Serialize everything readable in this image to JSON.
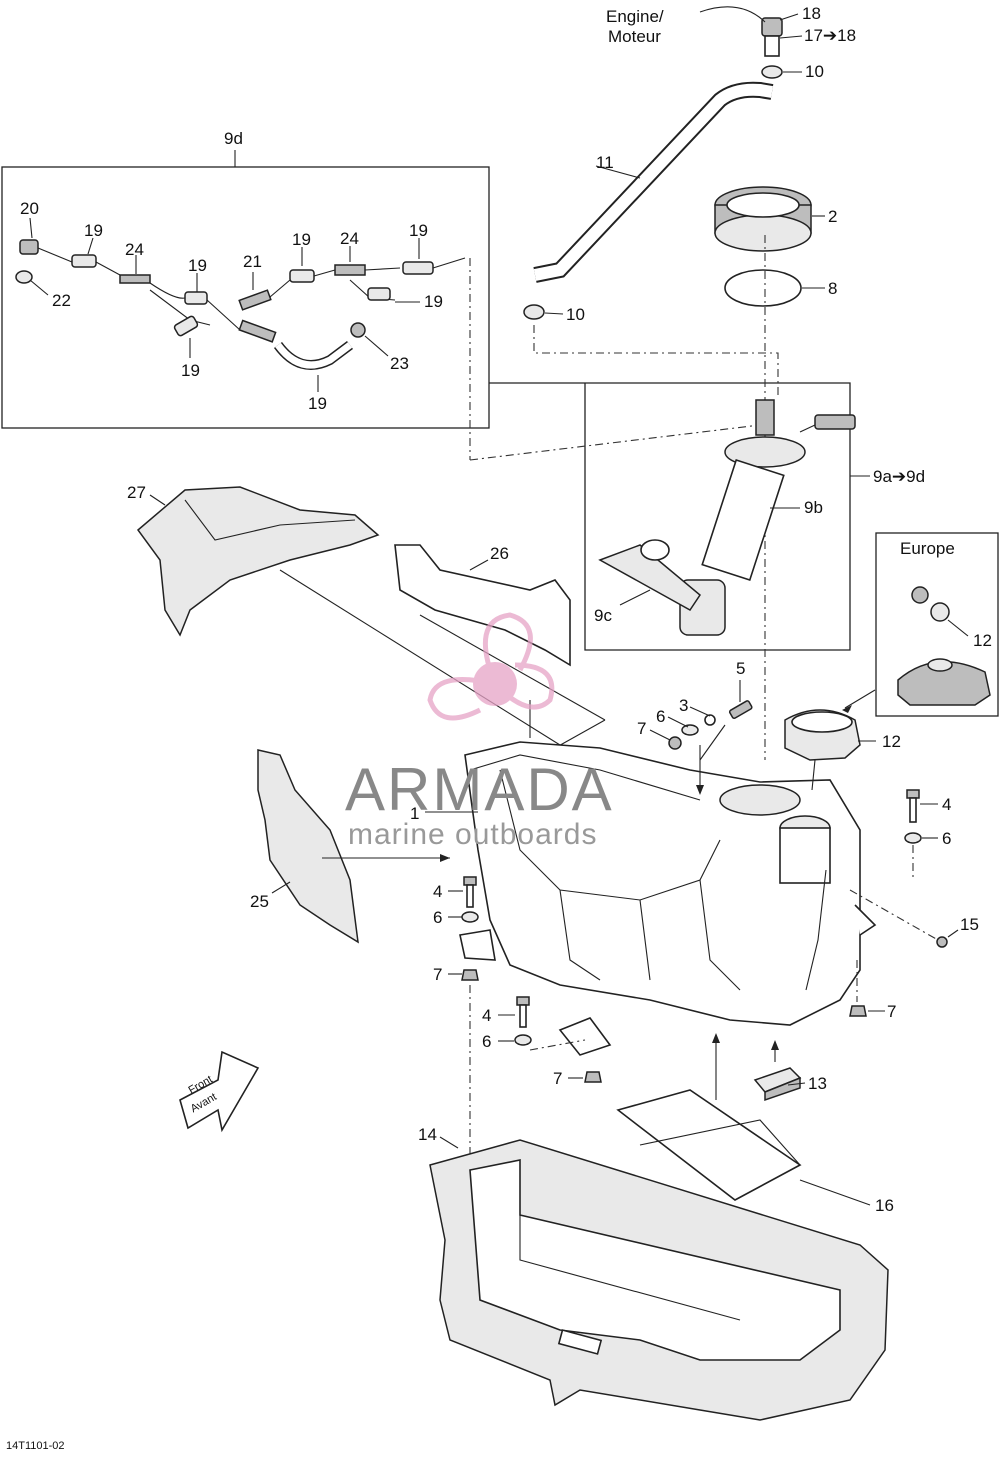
{
  "labels": {
    "engine": "Engine/",
    "moteur": "Moteur",
    "europe": "Europe",
    "front": "Front",
    "avant": "Avant",
    "p1": "1",
    "p2": "2",
    "p3": "3",
    "p4a": "4",
    "p4b": "4",
    "p4c": "4",
    "p5": "5",
    "p6a": "6",
    "p6b": "6",
    "p6c": "6",
    "p6d": "6",
    "p7a": "7",
    "p7b": "7",
    "p7c": "7",
    "p7d": "7",
    "p8": "8",
    "p9a9d": "9a➔9d",
    "p9b": "9b",
    "p9c": "9c",
    "p9d": "9d",
    "p10a": "10",
    "p10b": "10",
    "p11": "11",
    "p12a": "12",
    "p12b": "12",
    "p13": "13",
    "p14": "14",
    "p15": "15",
    "p16": "16",
    "p17": "17➔18",
    "p18": "18",
    "p19a": "19",
    "p19b": "19",
    "p19c": "19",
    "p19d": "19",
    "p19e": "19",
    "p19f": "19",
    "p19g": "19",
    "p20": "20",
    "p21": "21",
    "p22": "22",
    "p23": "23",
    "p24a": "24",
    "p24b": "24",
    "p25": "25",
    "p26": "26",
    "p27": "27"
  },
  "watermark": {
    "title": "ARMADA",
    "subtitle": "marine outboards",
    "accent": "#e6a3c6"
  },
  "reference": "14T1101-02"
}
